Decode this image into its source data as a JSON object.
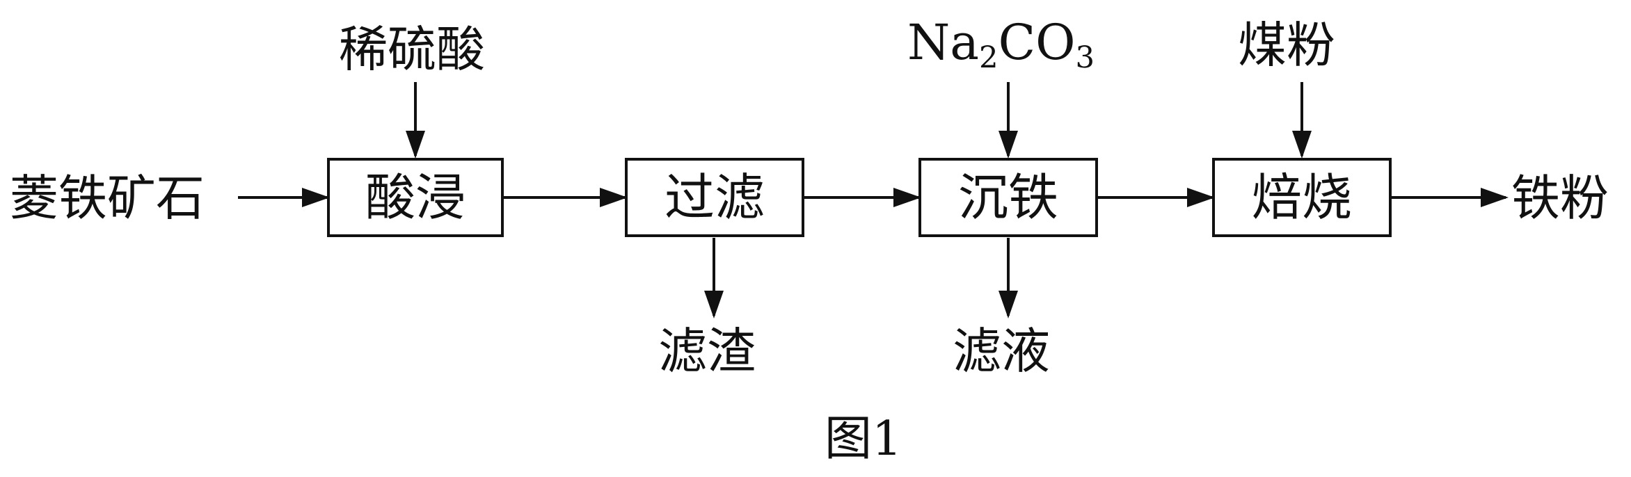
{
  "diagram": {
    "input_ore": "菱铁矿石",
    "reagent_acid": "稀硫酸",
    "reagent_carbonate": {
      "base1": "Na",
      "sub1": "2",
      "base2": "CO",
      "sub2": "3"
    },
    "reagent_coal": "煤粉",
    "steps": [
      {
        "label": "酸浸"
      },
      {
        "label": "过滤"
      },
      {
        "label": "沉铁"
      },
      {
        "label": "焙烧"
      }
    ],
    "output_residue": "滤渣",
    "output_filtrate": "滤液",
    "product": "铁粉",
    "caption": "图1"
  },
  "colors": {
    "stroke": "#111111",
    "background": "#ffffff"
  }
}
